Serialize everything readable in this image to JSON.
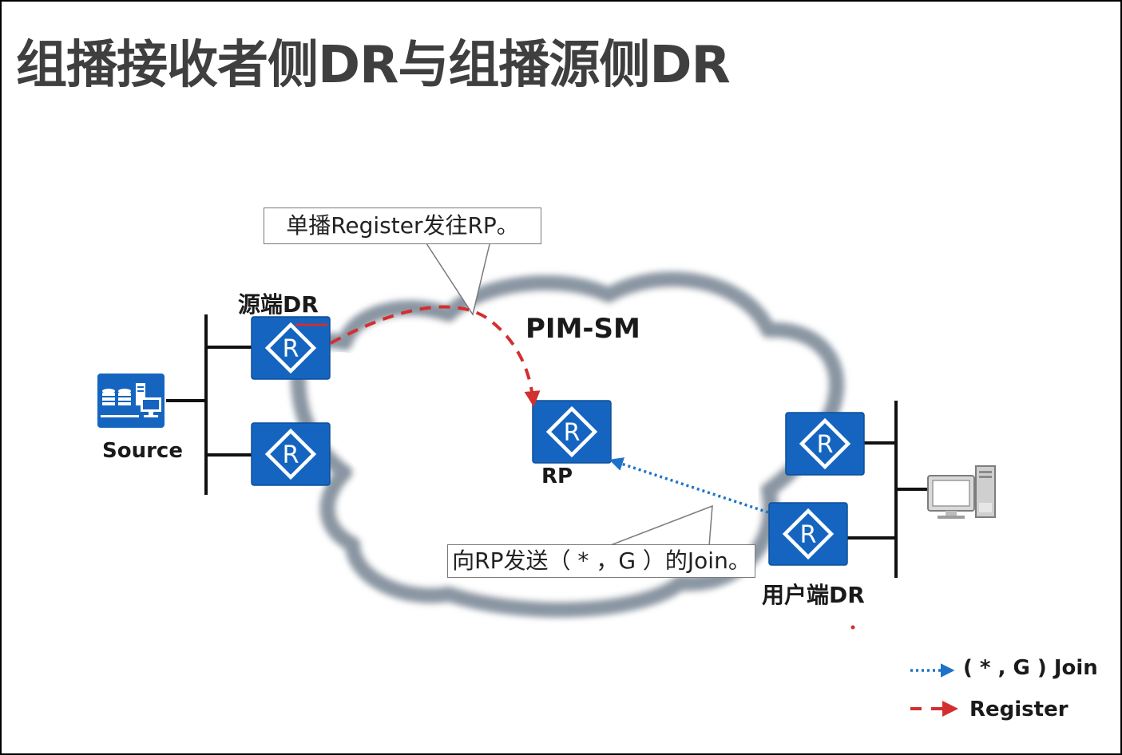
{
  "title": "组播接收者侧DR与组播源侧DR",
  "callouts": {
    "register": "单播Register发往RP。",
    "join": "向RP发送（ * ，G ）的Join。"
  },
  "labels": {
    "source_dr": "源端DR",
    "cloud": "PIM-SM",
    "rp": "RP",
    "source": "Source",
    "receiver_dr": "用户端DR"
  },
  "legend": {
    "join": "( * , G ) Join",
    "register": "Register"
  },
  "router_glyph": "R",
  "icons": {
    "router": "router-icon",
    "server": "server-icon",
    "pc": "pc-icon"
  },
  "colors": {
    "router_fill": "#1565c0",
    "register_arrow": "#d32f2f",
    "join_arrow": "#1e73c8",
    "cloud_edge": "#7f8a96",
    "title": "#3f3f3f"
  }
}
